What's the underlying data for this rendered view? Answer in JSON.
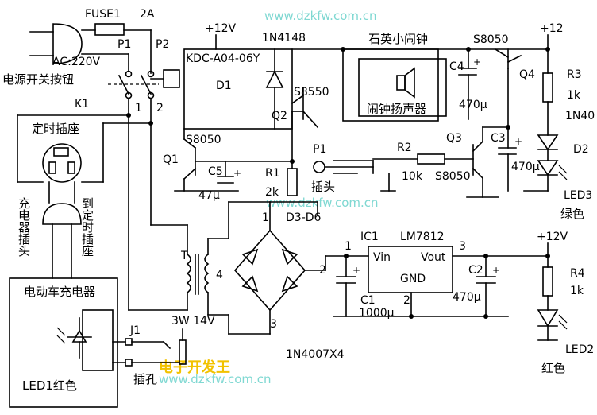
{
  "watermarks": [
    "www.dzkfw.com.cn",
    "www.dzkfw.com.cn",
    "www.dzkfw.com.cn"
  ],
  "logo_text": "电子开发王",
  "labels": {
    "fuse": "FUSE1",
    "fuse_rating": "2A",
    "p1_switch": "P1",
    "p2_switch": "P2",
    "ac_in": "AC:220V",
    "power_switch": "电源开关按钮",
    "k1": "K1",
    "pin1": "1",
    "pin2": "2",
    "timer_socket": "定时插座",
    "charger_plug": "充电器插头",
    "to_timer_socket": "到定时插座",
    "charger": "电动车充电器",
    "led1": "LED1红色",
    "j1": "J1",
    "jack": "插孔",
    "supply_top": "+12V",
    "relay": "KDC-A04-06Y",
    "d1": "D1",
    "d1_type": "1N4148",
    "q2_type": "S8550",
    "q2": "Q2",
    "q1": "Q1",
    "q1_type": "S8050",
    "c5": "C5",
    "c5_value": "47μ",
    "r1": "R1",
    "r1_value": "2k",
    "alarm_clock": "石英小闹钟",
    "alarm_speaker": "闹钟扬声器",
    "c4": "C4",
    "c4_value": "470μ",
    "q4_type": "S8050",
    "q4": "Q4",
    "supply_right": "+12",
    "r3": "R3",
    "r3_value": "1k",
    "d2_type": "1N40",
    "d2": "D2",
    "p1_plug": "P1",
    "plug": "插头",
    "r2": "R2",
    "r2_value": "10k",
    "q3": "Q3",
    "q3_type": "S8050",
    "c3": "C3",
    "c3_value": "470μ",
    "led3": "LED3",
    "led3_color": "绿色",
    "transformer": "T",
    "tap4": "4",
    "bridge": "D3-D6",
    "bridge_n1": "1",
    "bridge_n2": "2",
    "bridge_n3": "3",
    "t_rating": "3W  14V",
    "bridge_type": "1N4007X4",
    "ic1": "IC1",
    "ic1_type": "LM7812",
    "vin": "Vin",
    "vout": "Vout",
    "gnd": "GND",
    "ic_pin1": "1",
    "ic_pin2": "2",
    "ic_pin3": "3",
    "c1": "C1",
    "c1_value": "1000μ",
    "c2": "C2",
    "c2_value": "470μ",
    "supply_out": "+12V",
    "r4": "R4",
    "r4_value": "1k",
    "led2": "LED2",
    "led2_color": "红色"
  }
}
